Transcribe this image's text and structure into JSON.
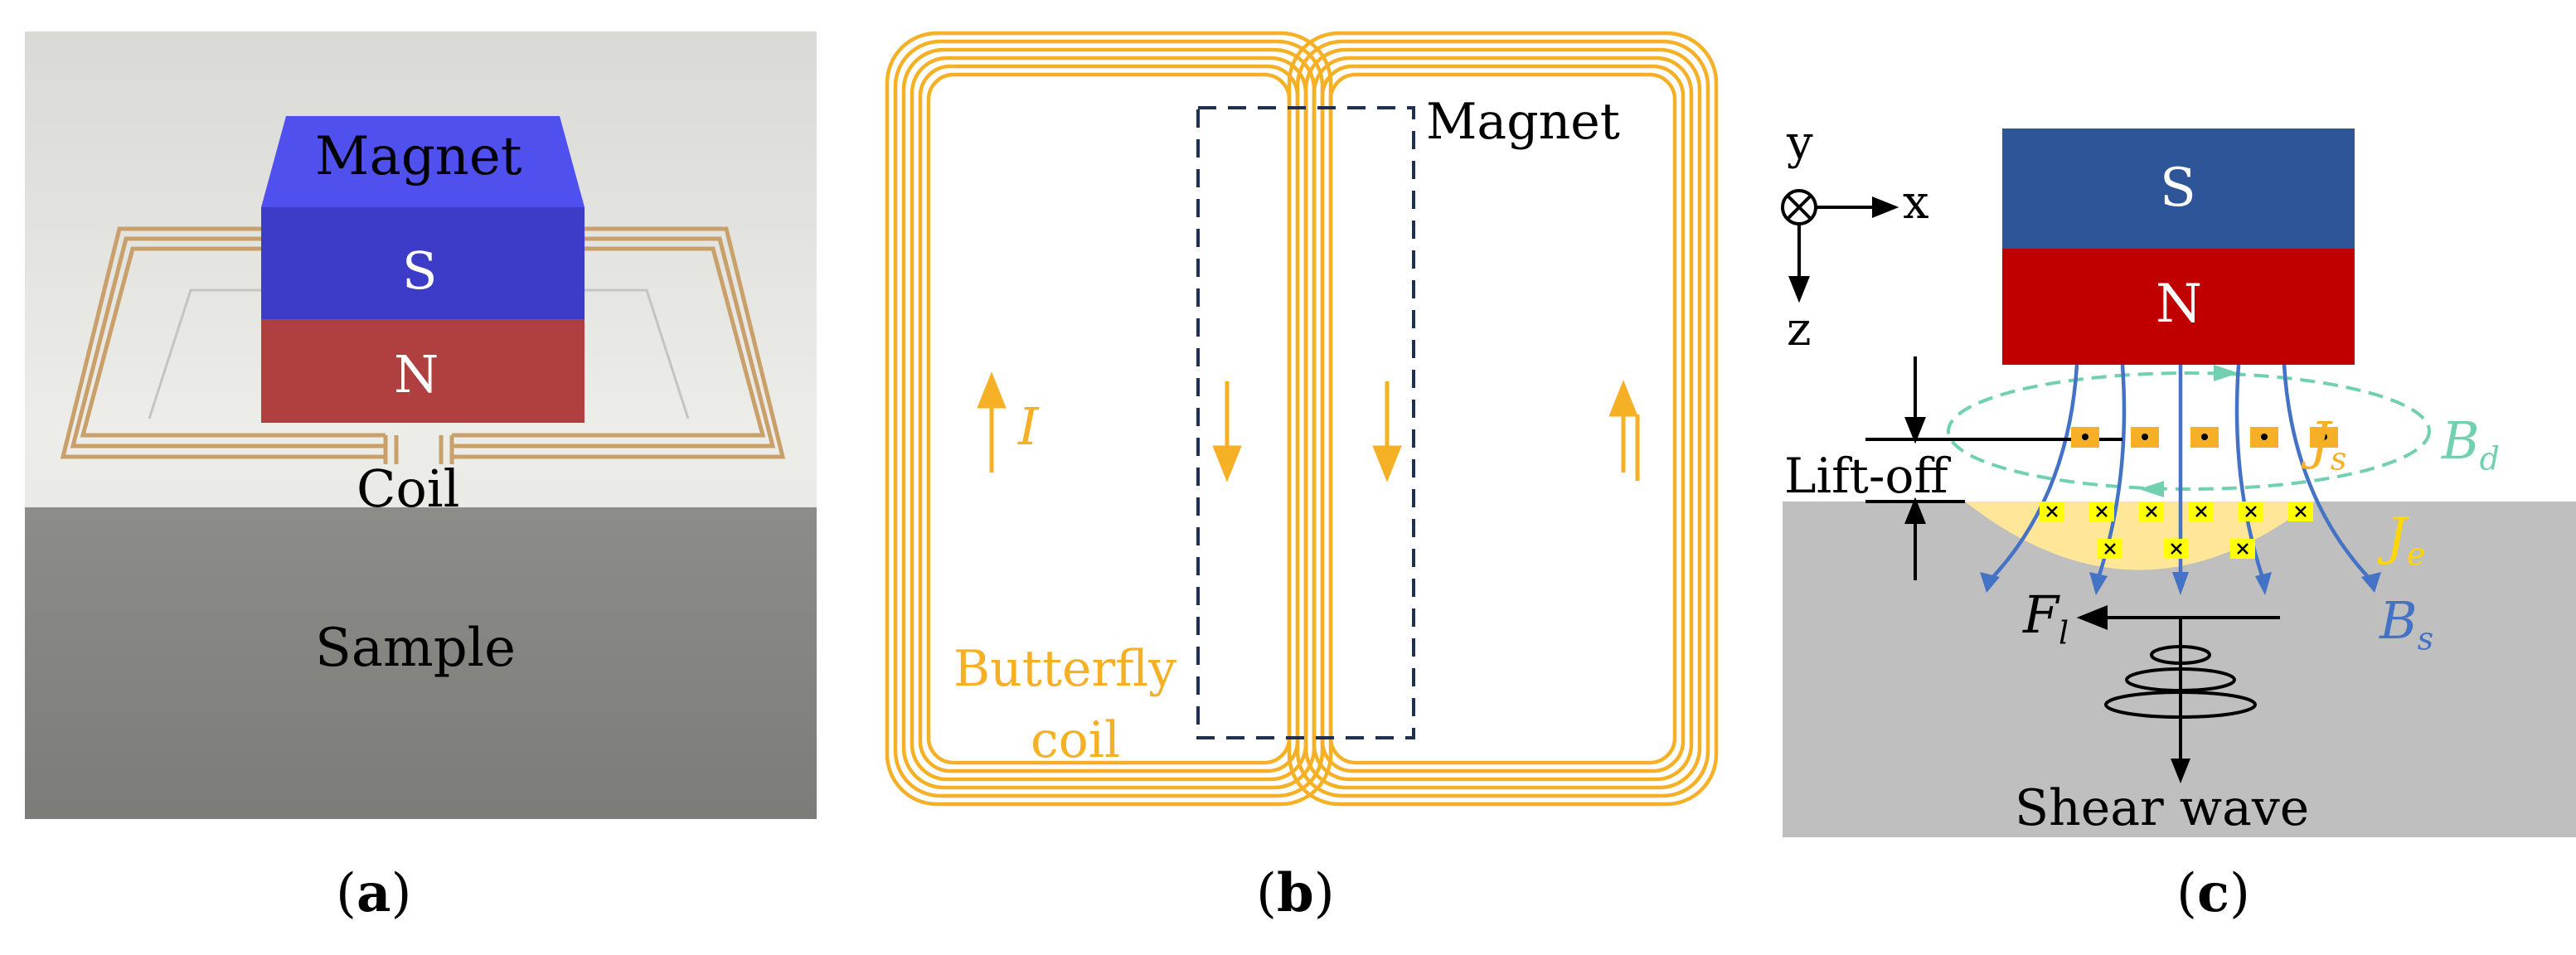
{
  "panel_a": {
    "caption": "a",
    "magnet_label": "Magnet",
    "pole_top": "S",
    "pole_bottom": "N",
    "coil_label": "Coil",
    "sample_label": "Sample",
    "colors": {
      "magnet_top": "#4b4be8",
      "pole_s": "#3f3fd0",
      "pole_n": "#b23a3a",
      "coil": "#c9a06a",
      "sample": "#8a8a86",
      "background": "#e6e6e2"
    }
  },
  "panel_b": {
    "caption": "b",
    "magnet_label": "Magnet",
    "coil_label_line1": "Butterfly",
    "coil_label_line2": "coil",
    "current_label": "I",
    "colors": {
      "coil": "#f5b025",
      "magnet_outline": "#1f3050"
    }
  },
  "panel_c": {
    "caption": "c",
    "pole_top": "S",
    "pole_bottom": "N",
    "axis_y": "y",
    "axis_x": "x",
    "axis_z": "z",
    "liftoff_label": "Lift-off",
    "js_label": "J",
    "js_sub": "s",
    "bd_label": "B",
    "bd_sub": "d",
    "je_label": "J",
    "je_sub": "e",
    "fl_label": "F",
    "fl_sub": "l",
    "bs_label": "B",
    "bs_sub": "s",
    "wave_label": "Shear wave",
    "colors": {
      "pole_s": "#2d5597",
      "pole_n": "#c00000",
      "sample": "#bfbfbf",
      "eddy": "#ffe699",
      "field_lines": "#4472c4",
      "dynamic_field": "#70d0b0",
      "coil_conductor": "#f5b025",
      "eddy_marker": "#ffff00",
      "js_text": "#f5b025",
      "je_text": "#ffd700"
    }
  }
}
